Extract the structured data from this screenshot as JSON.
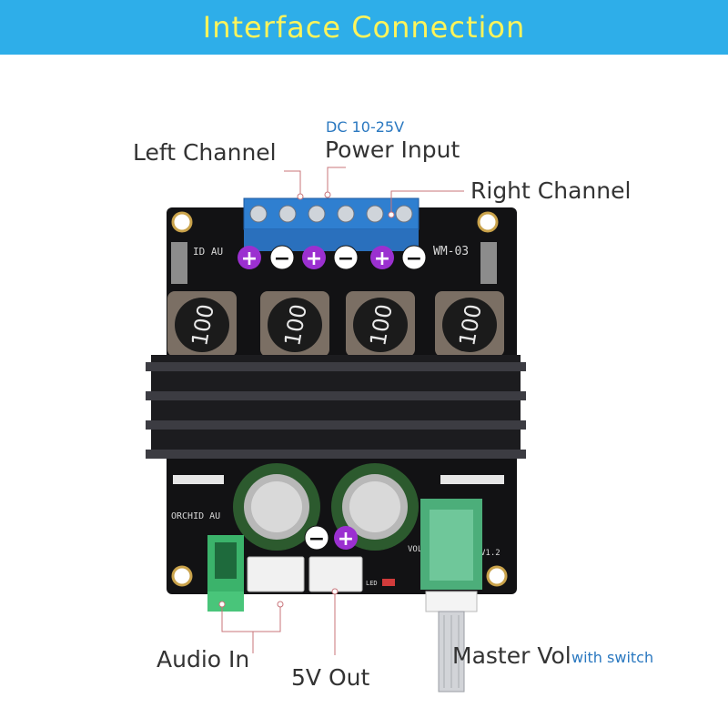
{
  "banner": {
    "title": "Interface  Connection"
  },
  "labels": {
    "dc_range": "DC 10-25V",
    "left_channel": "Left Channel",
    "power_input": "Power Input",
    "right_channel": "Right Channel",
    "audio_in": "Audio In",
    "five_v_out": "5V Out",
    "master_vol": "Master Vol",
    "with_switch": "with switch"
  },
  "board": {
    "inductor_value": "100",
    "silk_left_top": "ID AU",
    "silk_right_top": "WM-03",
    "silk_orchid": "ORCHID AU",
    "silk_vol": "VOL",
    "silk_version": "V1.2",
    "silk_led": "LED"
  },
  "polarity": {
    "plus": "+",
    "minus": "−"
  },
  "colors": {
    "banner_bg": "#2eaee9",
    "banner_text": "#fff45a",
    "plus_marker": "#9b30d0",
    "terminal_blue": "#2f7fd0",
    "audio_jack_green": "#3bb36b",
    "potentiometer_green": "#4cae7a"
  }
}
